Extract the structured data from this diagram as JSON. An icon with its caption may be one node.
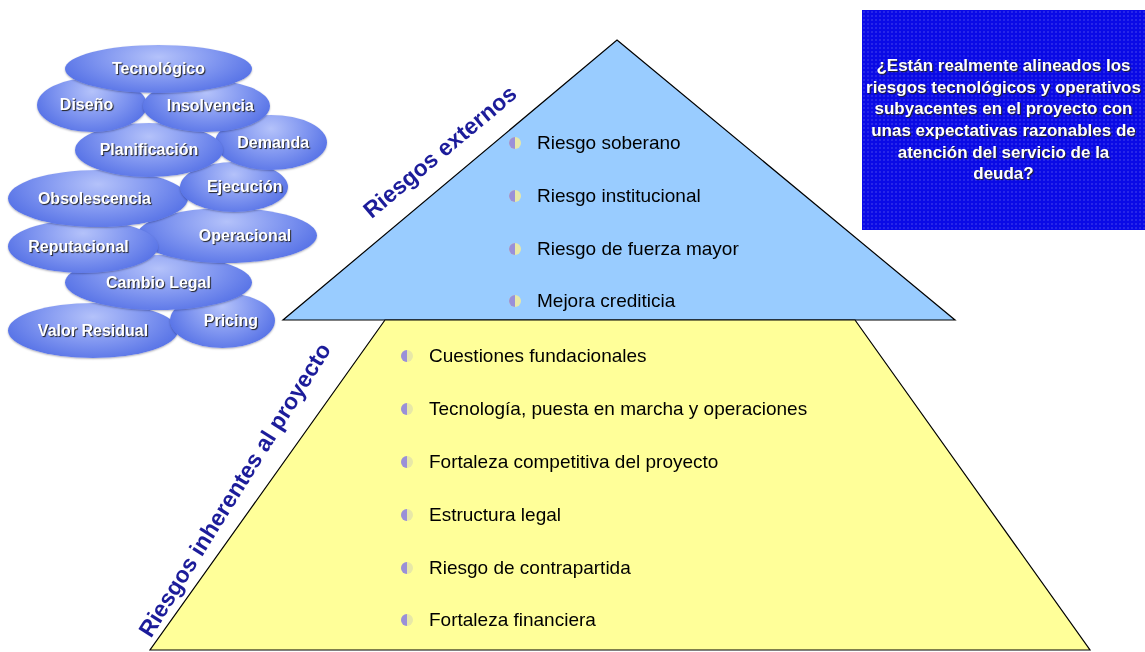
{
  "diagram": {
    "nodes": [
      {
        "text": [
          "Tecnológico"
        ]
      },
      {
        "text": [
          "Diseño"
        ]
      },
      {
        "text": [
          "Insolvencia"
        ]
      },
      {
        "text": [
          "Demanda"
        ]
      },
      {
        "text": [
          "Planificación"
        ]
      },
      {
        "text": [
          "Ejecución"
        ]
      },
      {
        "text": [
          "Obsolescencia"
        ]
      },
      {
        "text": [
          "Operacional"
        ]
      },
      {
        "text": [
          "Reputacional"
        ]
      },
      {
        "text": [
          "Cambio Legal"
        ]
      },
      {
        "text": [
          "Pricing"
        ]
      },
      {
        "text": [
          "Valor Residual"
        ]
      },
      {
        "text": [
          "¿Están realmente alineados los riesgos tecnológicos y operativos subyacentes en el proyecto con unas expectativas razonables de atención del servicio de la deuda?"
        ]
      },
      {
        "text": [
          "Riesgos externos",
          "Riesgo soberano",
          "Riesgo institucional",
          "Riesgo de fuerza mayor",
          "Mejora crediticia"
        ]
      },
      {
        "text": [
          "Riesgos inherentes al proyecto",
          "Cuestiones fundacionales",
          "Tecnología, puesta en marcha y operaciones",
          "Fortaleza competitiva del proyecto",
          "Estructura legal",
          "Riesgo de contrapartida",
          "Fortaleza financiera"
        ]
      }
    ],
    "edges": []
  }
}
